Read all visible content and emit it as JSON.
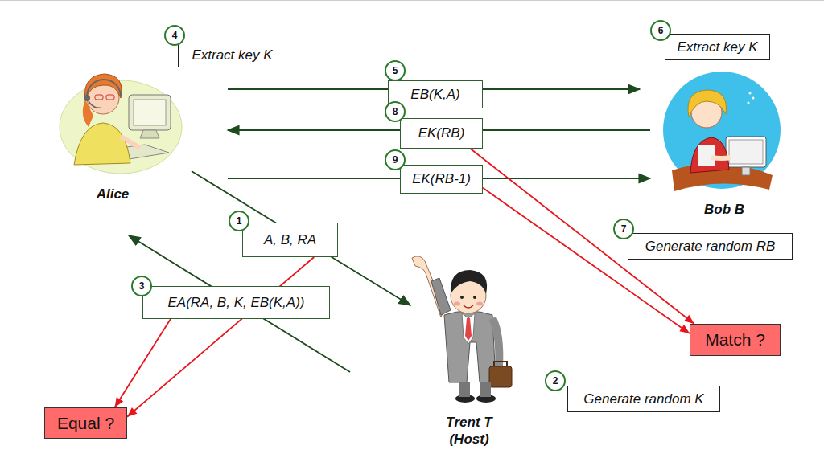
{
  "diagram": {
    "nodes": [
      {
        "text": [
          "Extract key K"
        ]
      },
      {
        "text": [
          "Extract key K"
        ]
      },
      {
        "text": [
          "EB(K,A)"
        ]
      },
      {
        "text": [
          "EK(RB)"
        ]
      },
      {
        "text": [
          "EK(RB-1)"
        ]
      },
      {
        "text": [
          "A, B, RA"
        ]
      },
      {
        "text": [
          "Generate random RB"
        ]
      },
      {
        "text": [
          "EA(RA, B, K, EB(K,A))"
        ]
      },
      {
        "text": [
          "Match ?"
        ]
      },
      {
        "text": [
          "Generate random K"
        ]
      },
      {
        "text": [
          "Equal ?"
        ]
      }
    ],
    "edges": [
      {
        "from": 5,
        "to": 10,
        "arrow": "to"
      },
      {
        "from": 7,
        "to": 10,
        "arrow": "to"
      },
      {
        "from": 3,
        "to": 8,
        "arrow": "to"
      },
      {
        "from": 4,
        "to": 8,
        "arrow": "to"
      }
    ],
    "labels": [
      "4",
      "6",
      "5",
      "8",
      "9",
      "Alice",
      "Bob B",
      "1",
      "7",
      "3",
      "Trent T (Host)",
      "2"
    ]
  }
}
